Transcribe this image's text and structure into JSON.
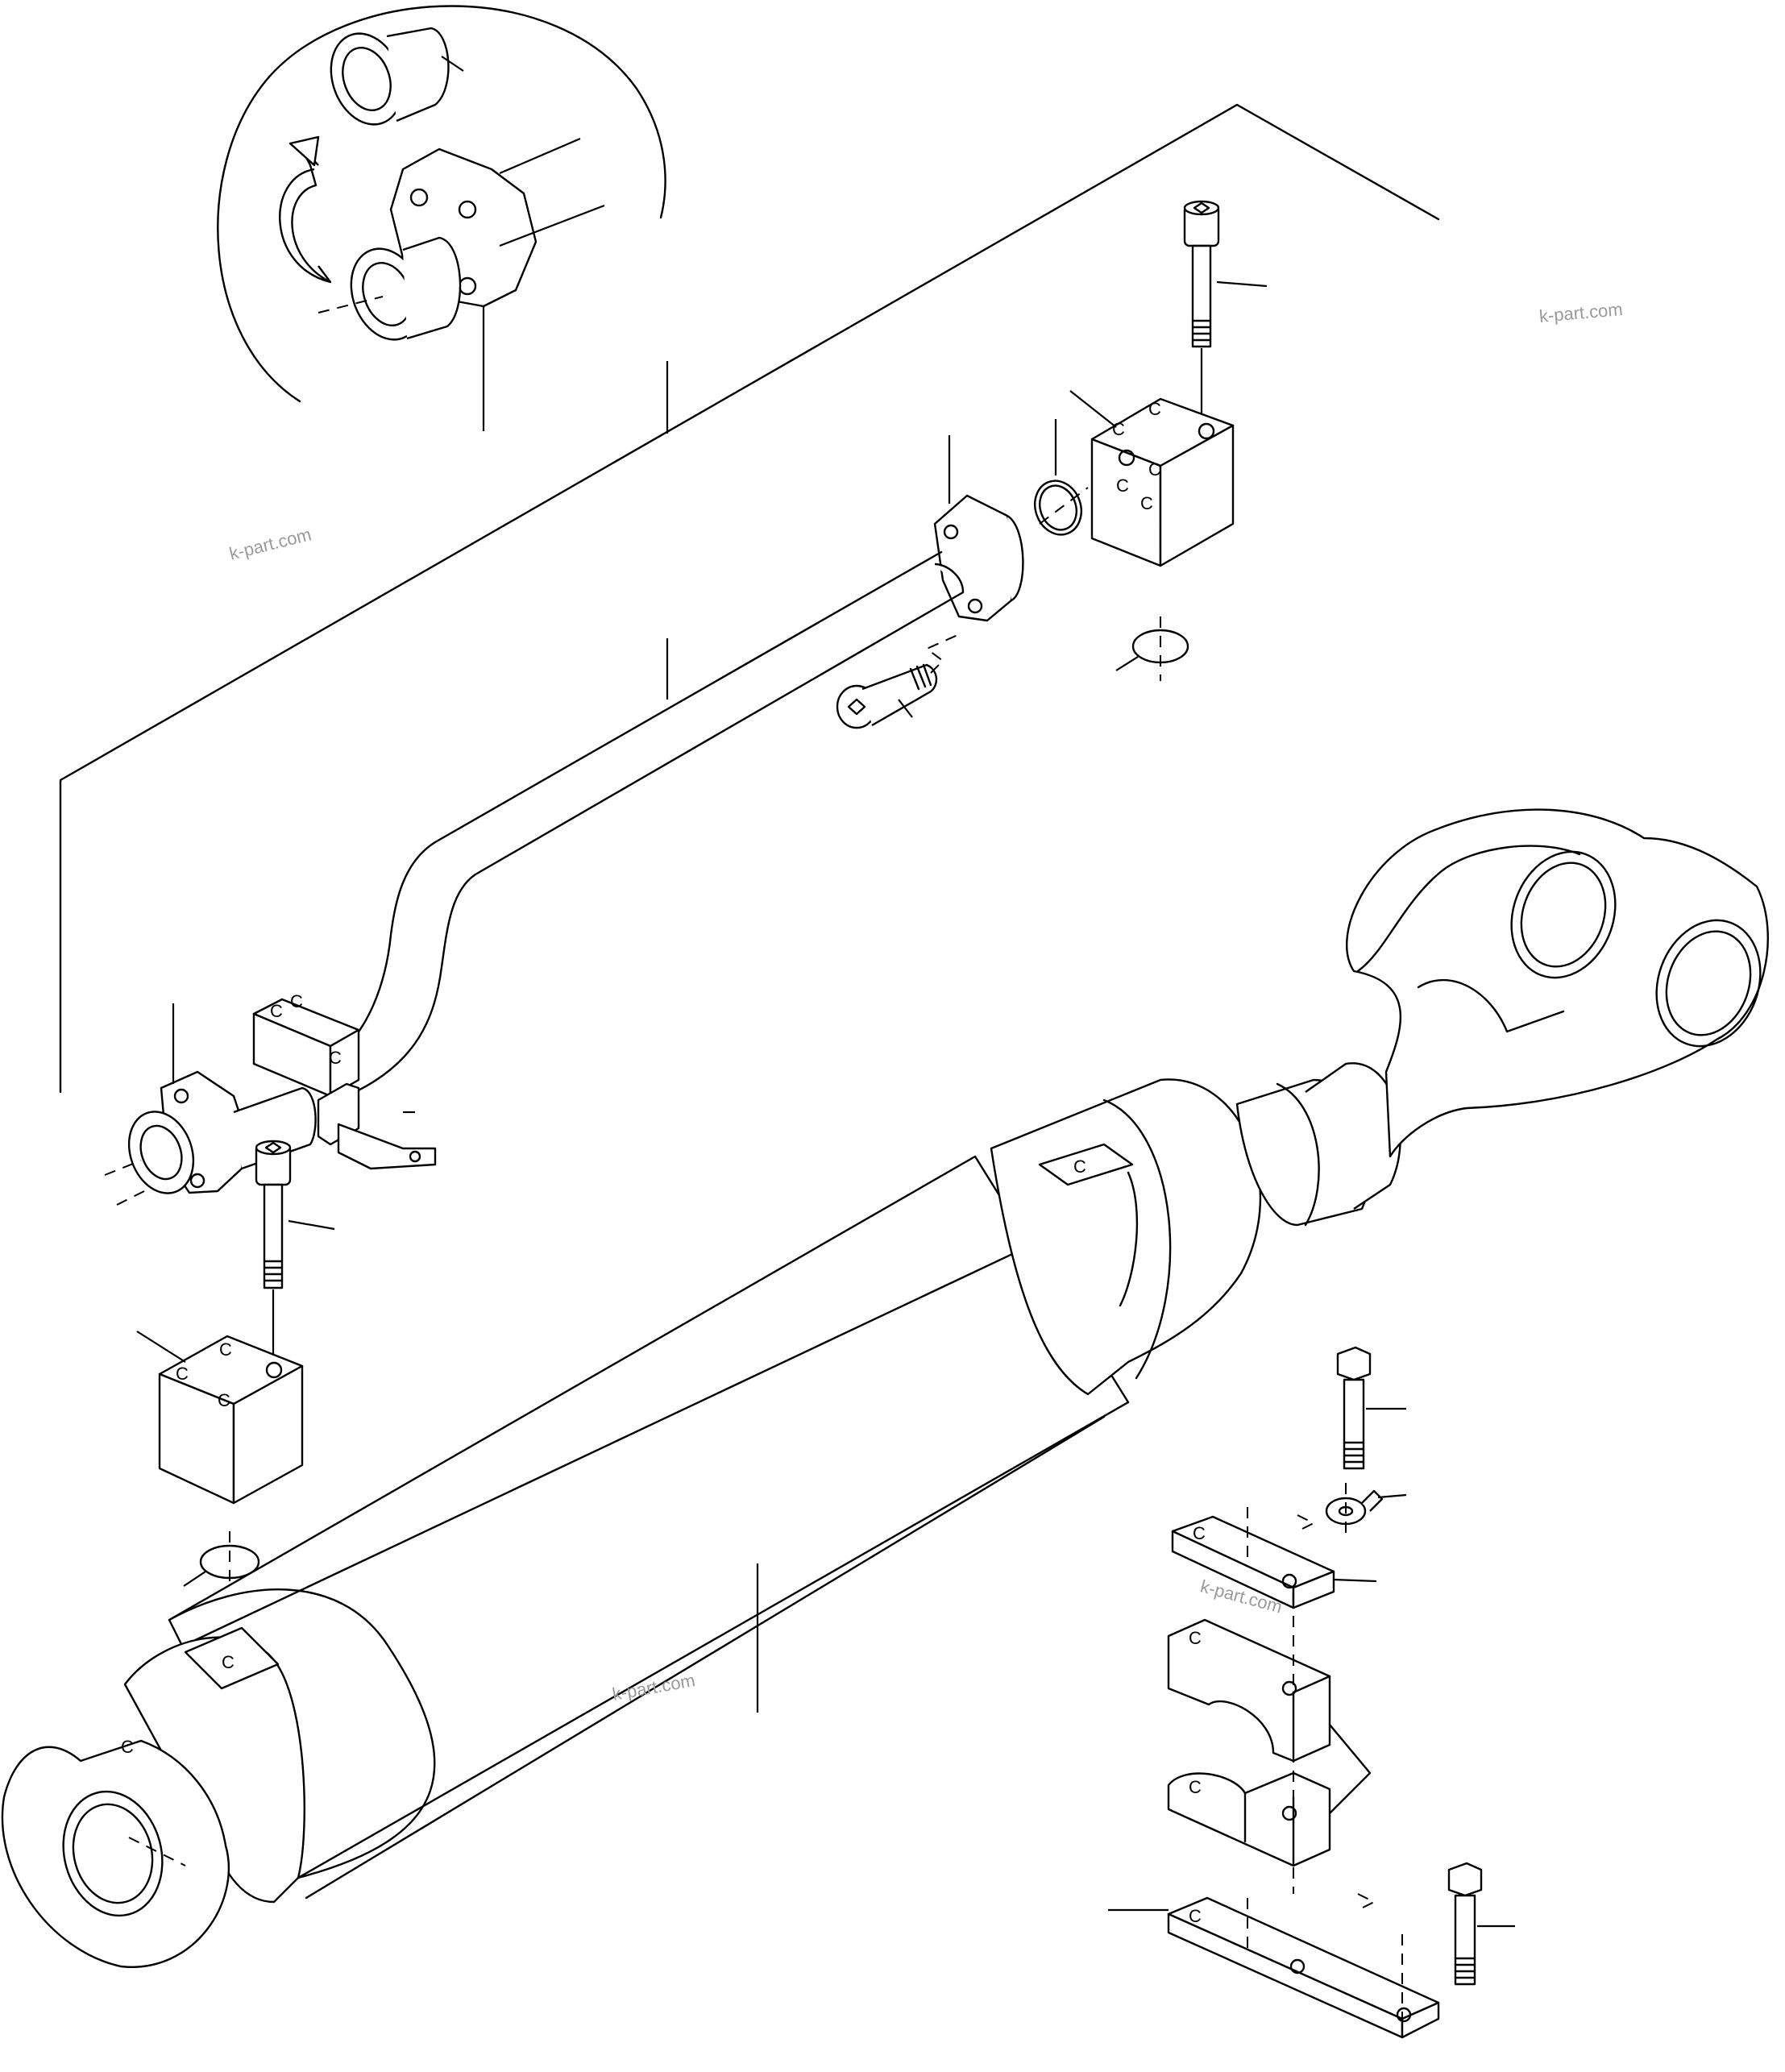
{
  "diagram": {
    "watermarks": [
      "k-part.com",
      "k-part.com",
      "k-part.com",
      "k-part.com"
    ],
    "colors": {
      "line": "#000000",
      "background": "#ffffff",
      "watermark": "#9a9a9a"
    }
  }
}
